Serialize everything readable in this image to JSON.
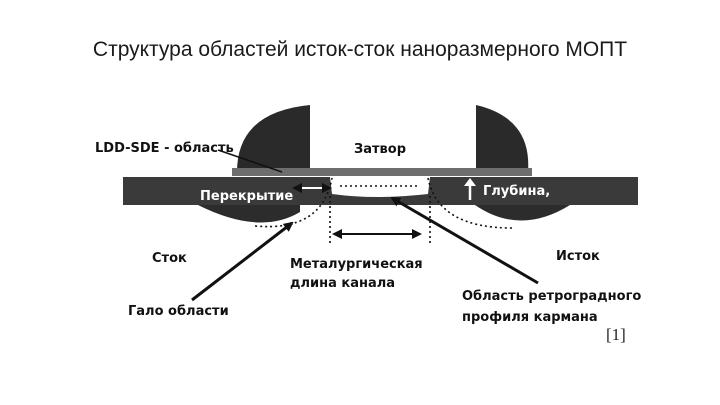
{
  "slide": {
    "title": "Структура областей исток-сток наноразмерного МОПТ"
  },
  "diagram": {
    "labels": {
      "ldd_sde": "LDD-SDE - область",
      "gate": "Затвор",
      "overlap": "Перекрытие",
      "depth": "Глубина,",
      "drain": "Сток",
      "source": "Исток",
      "metallurgical_channel_line1": "Металургическая",
      "metallurgical_channel_line2": "длина канала",
      "halo": "Гало области",
      "retrograde_line1": "Область ретроградного",
      "retrograde_line2": "профиля кармана"
    },
    "reference": "[1]"
  },
  "colors": {
    "substrate": "#3a3a3a",
    "spacer": "#2a2a2a",
    "gate_oxide": "#6e6e6e",
    "line": "#111111"
  }
}
